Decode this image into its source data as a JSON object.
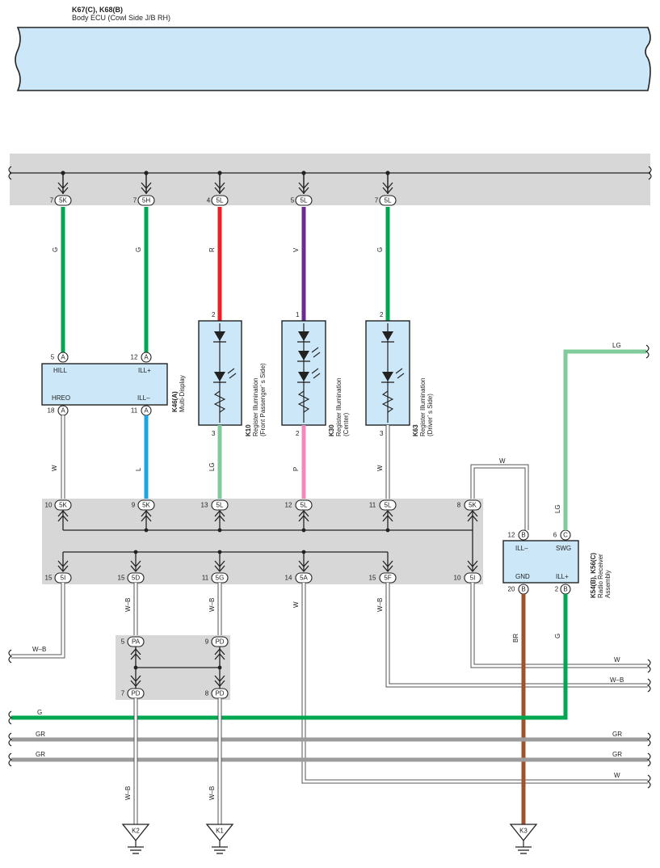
{
  "body_ecu": {
    "connectors": "K67(C), K68(B)",
    "name": "Body ECU (Cowl Side J/B RH)"
  },
  "top_pins": [
    {
      "num": "7",
      "code": "5K",
      "wire": "G",
      "color": "#00a650"
    },
    {
      "num": "7",
      "code": "5H",
      "wire": "G",
      "color": "#00a650"
    },
    {
      "num": "4",
      "code": "5L",
      "wire": "R",
      "color": "#ee1c25"
    },
    {
      "num": "5",
      "code": "5L",
      "wire": "V",
      "color": "#6b2c91"
    },
    {
      "num": "7",
      "code": "5L",
      "wire": "G",
      "color": "#00a650"
    }
  ],
  "multi_display": {
    "id": "K46(A)",
    "name": "Multi-Display",
    "labels": {
      "hill": "HILL",
      "ill_plus": "ILL+",
      "hreo": "HREO",
      "ill_minus": "ILL–"
    },
    "pins": {
      "hill": {
        "num": "5",
        "code": "A"
      },
      "ill_plus": {
        "num": "12",
        "code": "A"
      },
      "hreo": {
        "num": "18",
        "code": "A"
      },
      "ill_minus": {
        "num": "11",
        "code": "A"
      }
    }
  },
  "registers": [
    {
      "id": "K10",
      "name": "Register Illumination",
      "sub": "(Front Passenger’ s Side)",
      "top_pin": "2",
      "bottom_pin": "3",
      "bottom_wire": "LG",
      "bottom_color": "#7fcb9a"
    },
    {
      "id": "K30",
      "name": "Register Illumination",
      "sub": "(Center)",
      "top_pin": "1",
      "bottom_pin": "2",
      "bottom_wire": "P",
      "bottom_color": "#f288bc"
    },
    {
      "id": "K63",
      "name": "Register Illumination",
      "sub": "(Driver’ s Side)",
      "top_pin": "2",
      "bottom_pin": "3",
      "bottom_wire": "W",
      "bottom_color": "#ffffff"
    }
  ],
  "lower_wires": [
    {
      "wire": "W",
      "color": "#ffffff"
    },
    {
      "wire": "L",
      "color": "#1ca5e0"
    }
  ],
  "jb_top_pins": [
    {
      "num": "10",
      "code": "5K"
    },
    {
      "num": "9",
      "code": "5K"
    },
    {
      "num": "13",
      "code": "5L"
    },
    {
      "num": "12",
      "code": "5L"
    },
    {
      "num": "11",
      "code": "5L"
    },
    {
      "num": "8",
      "code": "5K"
    }
  ],
  "jb_bottom_pins": [
    {
      "num": "15",
      "code": "5I"
    },
    {
      "num": "15",
      "code": "5D"
    },
    {
      "num": "11",
      "code": "5G"
    },
    {
      "num": "14",
      "code": "5A"
    },
    {
      "num": "15",
      "code": "5F"
    },
    {
      "num": "10",
      "code": "5I"
    }
  ],
  "radio": {
    "id": "K54(B), K56(C)",
    "name": "Radio Receiver",
    "name2": "Assembly",
    "labels": {
      "ill_minus": "ILL–",
      "swg": "SWG",
      "gnd": "GND",
      "ill_plus": "ILL+"
    },
    "pins": {
      "ill_minus": {
        "num": "12",
        "code": "B"
      },
      "swg": {
        "num": "6",
        "code": "C"
      },
      "gnd": {
        "num": "20",
        "code": "B"
      },
      "ill_plus": {
        "num": "2",
        "code": "B"
      }
    },
    "wires": {
      "top_w": "W",
      "swg": "LG",
      "gnd": "BR",
      "ill_plus": "G",
      "lg_out": "LG"
    }
  },
  "jc_pins": {
    "tl": {
      "num": "5",
      "code": "PA"
    },
    "tr": {
      "num": "9",
      "code": "PD"
    },
    "bl": {
      "num": "7",
      "code": "PD"
    },
    "br": {
      "num": "8",
      "code": "PD"
    }
  },
  "wire_labels": {
    "wb": "W–B",
    "w": "W",
    "g": "G",
    "gr": "GR"
  },
  "grounds": [
    "K2",
    "K1",
    "K3"
  ],
  "colors": {
    "connector_fill": "#cce8f8",
    "junction_block": "#d7d7d7",
    "green": "#00a650",
    "light_green": "#7fcb9a",
    "gray_wire": "#9c9c9c",
    "brown": "#a0522d",
    "blue": "#1ca5e0"
  }
}
